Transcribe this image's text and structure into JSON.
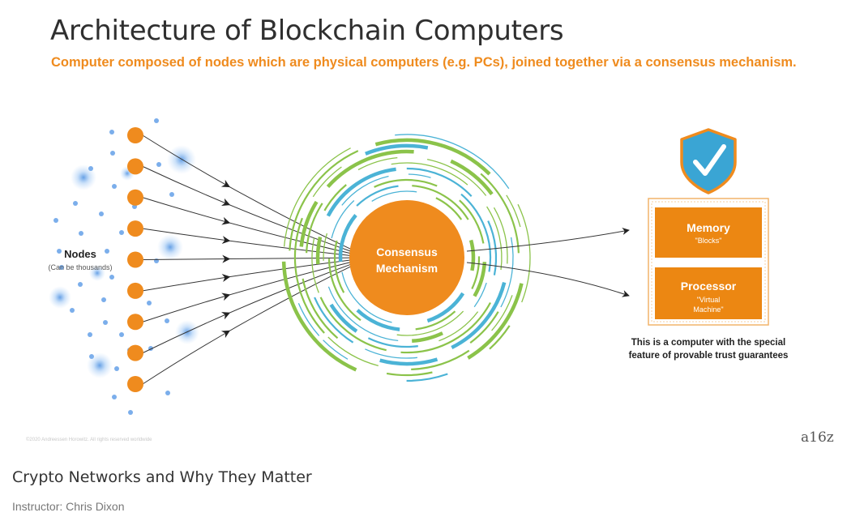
{
  "slide": {
    "title": "Architecture of Blockchain Computers",
    "subtitle": "Computer composed of nodes which are physical computers (e.g. PCs), joined together via a consensus mechanism.",
    "copyright": "©2020 Andreessen Horowitz. All rights reserved worldwide",
    "brand": "a16z"
  },
  "nodes": {
    "label": "Nodes",
    "sublabel": "(Can be thousands)",
    "count": 9
  },
  "consensus": {
    "line1": "Consensus",
    "line2": "Mechanism"
  },
  "computer": {
    "memory_title": "Memory",
    "memory_sub": "\"Blocks\"",
    "processor_title": "Processor",
    "processor_sub_1": "\"Virtual",
    "processor_sub_2": "Machine\"",
    "caption_1": "This is a computer with the special",
    "caption_2": "feature of provable trust guarantees"
  },
  "course": {
    "title": "Crypto Networks and Why They Matter",
    "instructor": "Instructor: Chris Dixon"
  },
  "colors": {
    "orange": "#ef8b1e",
    "green": "#8bc34a",
    "blue": "#4bb3d6",
    "shield": "#3aa5d4",
    "text_dark": "#2f2f2f"
  },
  "icons": {
    "shield": "shield-check-icon"
  }
}
